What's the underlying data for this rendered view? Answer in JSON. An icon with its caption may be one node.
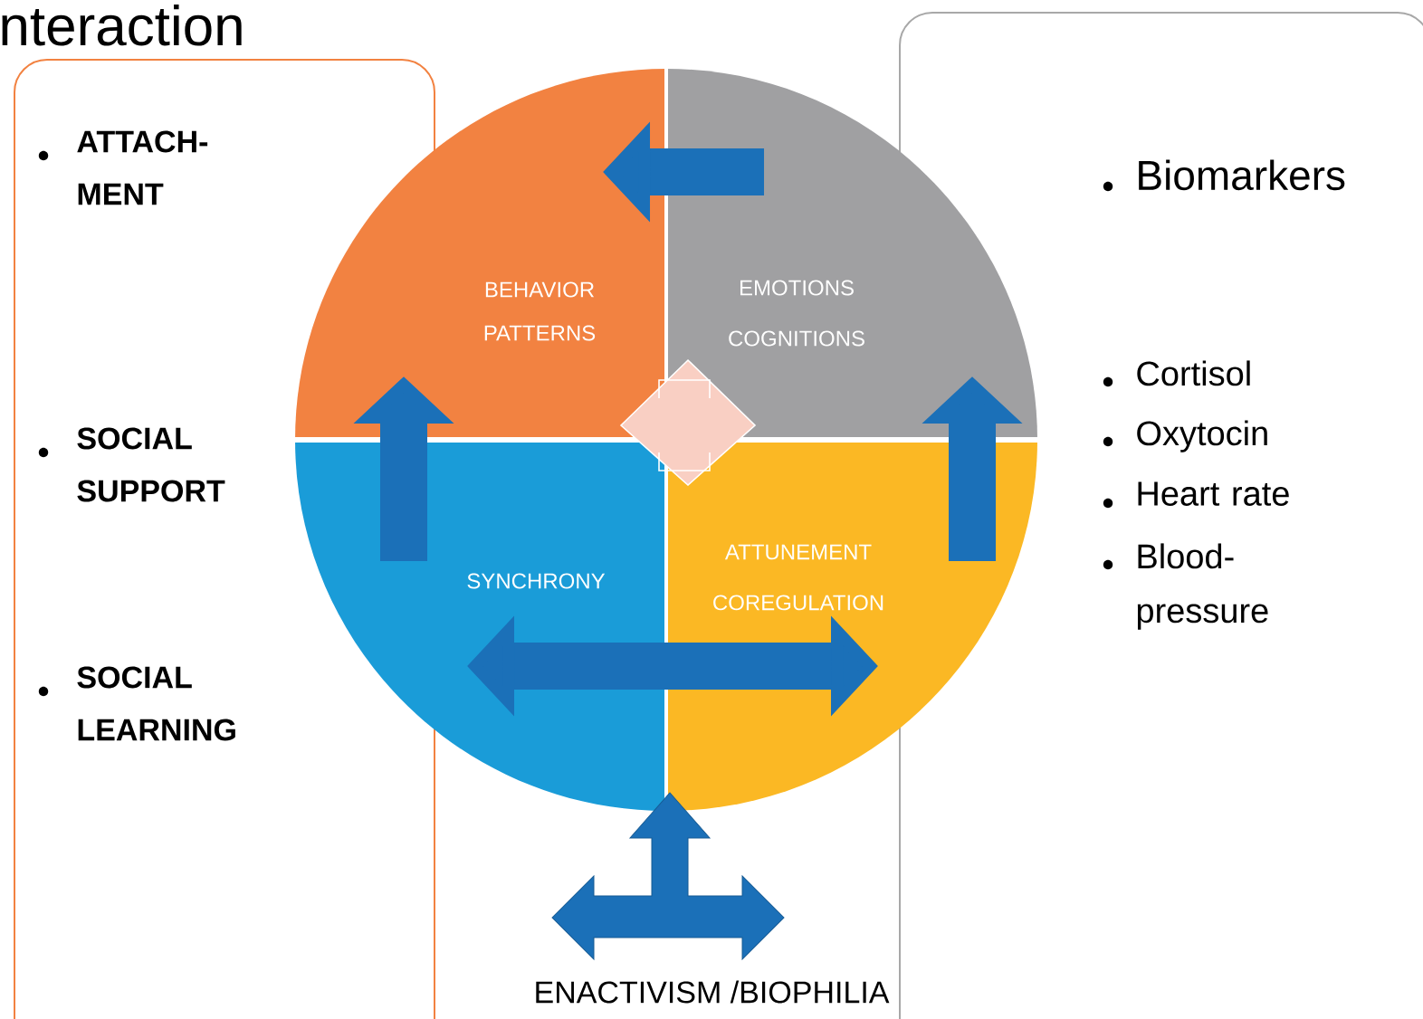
{
  "diagram": {
    "title": "nteraction",
    "nodes": [
      {
        "text": [
          "ATTACH- MENT",
          "SOCIAL SUPPORT",
          "SOCIAL LEARNING"
        ]
      },
      {
        "text": [
          "Biomarkers",
          "Cortisol",
          "Oxytocin",
          "Heart rate",
          "Blood- pressure"
        ]
      },
      {
        "text": [
          "BEHAVIOR PATTERNS"
        ]
      },
      {
        "text": [
          "EMOTIONS COGNITIONS"
        ]
      },
      {
        "text": [
          "SYNCHRONY"
        ]
      },
      {
        "text": [
          "ATTUNEMENT COREGULATION"
        ]
      },
      {
        "text": [
          "ENACTIVISM /BIOPHILIA"
        ]
      }
    ],
    "edges": [
      {
        "from": 3,
        "to": 2,
        "arrow": "to"
      },
      {
        "from": 4,
        "to": 2,
        "arrow": "to"
      },
      {
        "from": 5,
        "to": 3,
        "arrow": "to"
      },
      {
        "from": 4,
        "to": 5,
        "arrow": "both"
      }
    ]
  }
}
